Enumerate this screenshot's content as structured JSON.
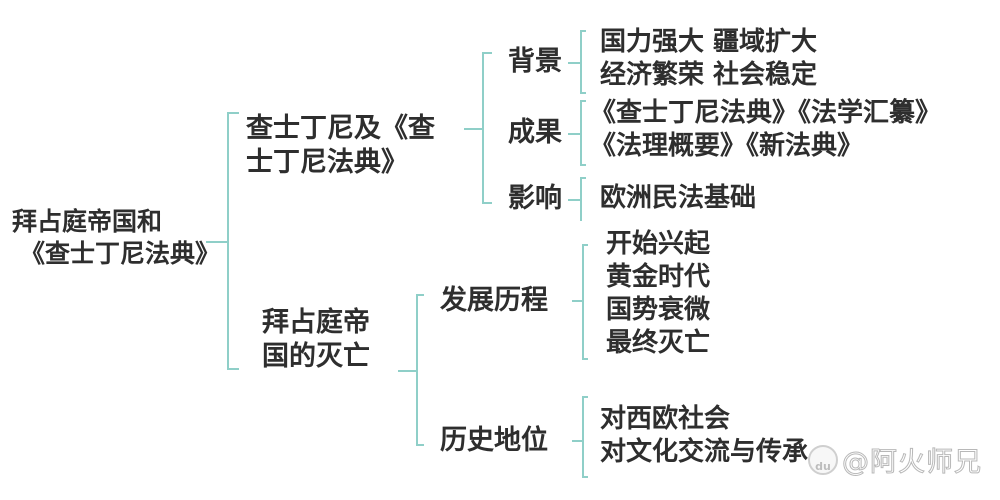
{
  "diagram": {
    "type": "mind-map-brace",
    "line_color": "#8fcfc8",
    "text_color": "#2e2e2e",
    "root": {
      "line1": "拜占庭帝国和",
      "line2": "《查士丁尼法典》"
    },
    "branches": [
      {
        "title_line1": "查士丁尼及《查",
        "title_line2": "士丁尼法典》",
        "children": [
          {
            "label": "背景",
            "items": [
              "国力强大 疆域扩大",
              "经济繁荣 社会稳定"
            ]
          },
          {
            "label": "成果",
            "items": [
              "《查士丁尼法典》《法学汇纂》",
              "《法理概要》《新法典》"
            ]
          },
          {
            "label": "影响",
            "items": [
              "欧洲民法基础"
            ]
          }
        ]
      },
      {
        "title_line1": "拜占庭帝",
        "title_line2": "国的灭亡",
        "children": [
          {
            "label": "发展历程",
            "items": [
              "开始兴起",
              "黄金时代",
              "国势衰微",
              "最终灭亡"
            ]
          },
          {
            "label": "历史地位",
            "items": [
              "对西欧社会",
              "对文化交流与传承"
            ]
          }
        ]
      }
    ]
  },
  "watermark": {
    "logo_text": "du",
    "text": "@阿火师兄"
  }
}
